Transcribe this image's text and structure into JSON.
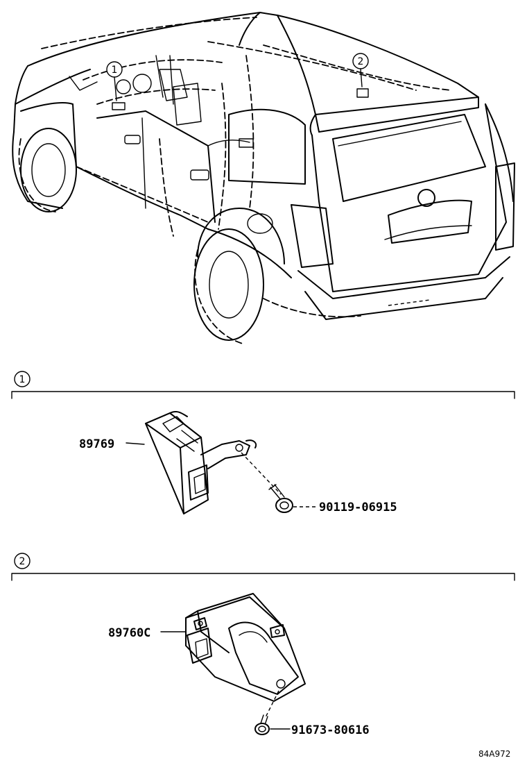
{
  "callouts": {
    "one": "1",
    "two": "2"
  },
  "sections": [
    {
      "marker": "1",
      "part_label": "89769",
      "fastener_label": "90119-06915"
    },
    {
      "marker": "2",
      "part_label": "89760C",
      "fastener_label": "91673-80616"
    }
  ],
  "diagram_code": "84A972"
}
